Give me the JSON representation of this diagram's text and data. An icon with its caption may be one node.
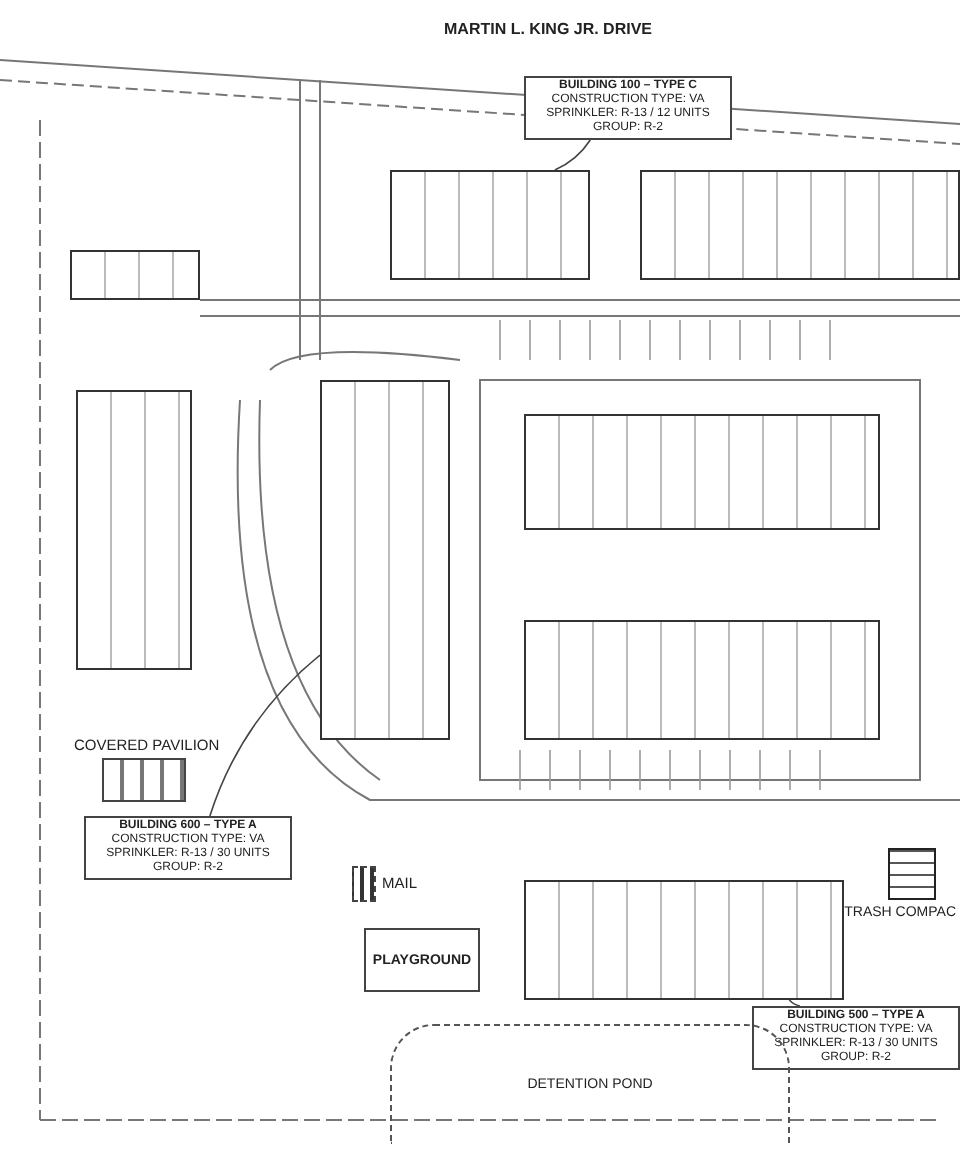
{
  "diagram": {
    "nodes": [
      {
        "text": [
          "BUILDING 100 – TYPE C",
          "CONSTRUCTION TYPE: VA",
          "SPRINKLER: R-13 / 12 UNITS",
          "GROUP: R-2"
        ]
      },
      {
        "text": [],
        "shape": "box"
      },
      {
        "text": [],
        "shape": "box"
      },
      {
        "text": [],
        "shape": "box"
      },
      {
        "text": [],
        "shape": "box"
      },
      {
        "text": [],
        "shape": "box"
      },
      {
        "text": [],
        "shape": "box"
      },
      {
        "text": [],
        "shape": "box"
      },
      {
        "text": [
          "COVERED PAVILION"
        ]
      },
      {
        "text": [
          "BUILDING 600 – TYPE A",
          "CONSTRUCTION TYPE: VA",
          "SPRINKLER: R-13 / 30 UNITS",
          "GROUP: R-2"
        ]
      },
      {
        "text": [
          "MAIL"
        ]
      },
      {
        "text": [
          "TRASH COMPAC"
        ]
      },
      {
        "text": [
          "PLAYGROUND"
        ]
      },
      {
        "text": [],
        "shape": "box"
      },
      {
        "text": [
          "BUILDING 500 – TYPE A",
          "CONSTRUCTION TYPE: VA",
          "SPRINKLER: R-13 / 30 UNITS",
          "GROUP: R-2"
        ]
      },
      {
        "text": [
          "DETENTION POND"
        ]
      }
    ],
    "edges": [
      {
        "from": 0,
        "to": 1,
        "arrow": "none"
      },
      {
        "from": 9,
        "to": 5,
        "arrow": "none"
      },
      {
        "from": 14,
        "to": 13,
        "arrow": "none"
      }
    ],
    "labels": [
      "MARTIN L. KING JR. DRIVE"
    ]
  }
}
